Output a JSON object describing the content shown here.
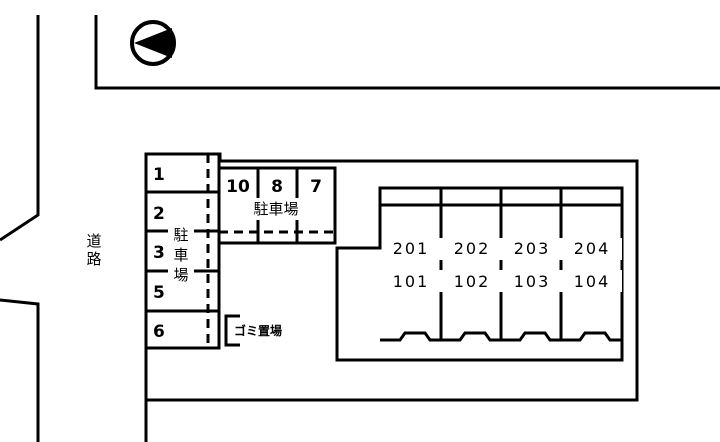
{
  "map": {
    "road_label": "道路",
    "parking_label_vertical": "駐車場",
    "parking_label_horizontal": "駐車場",
    "garbage_label": "ゴミ置場",
    "parking_spaces_left": [
      "1",
      "2",
      "3",
      "5",
      "6"
    ],
    "parking_spaces_top": [
      "10",
      "8",
      "7"
    ],
    "units_upper": [
      "201",
      "202",
      "203",
      "204"
    ],
    "units_lower": [
      "101",
      "102",
      "103",
      "104"
    ],
    "north_icon": "north-arrow-icon",
    "line_color": "#000000",
    "background_color": "#ffffff"
  }
}
